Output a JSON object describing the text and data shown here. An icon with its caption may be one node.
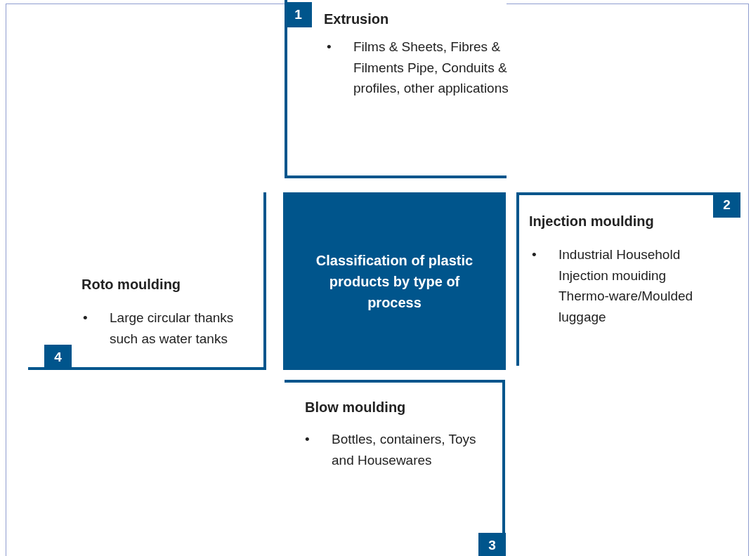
{
  "diagram": {
    "nodes": [
      {
        "text": [
          "Extrusion",
          "•",
          "Films & Sheets, Fibres & Filments Pipe, Conduits & profiles, other applications"
        ]
      },
      {
        "text": [
          "1"
        ],
        "in": 0
      },
      {
        "text": [
          "Classification of plastic products by type of process"
        ]
      },
      {
        "text": [
          "Injection moulding",
          "•",
          "Industrial Household Injection mouiding Thermo-ware/Moulded luggage"
        ]
      },
      {
        "text": [
          "2"
        ],
        "in": 3
      },
      {
        "text": [
          "Roto moulding",
          "•",
          "Large circular thanks such as water tanks"
        ]
      },
      {
        "text": [
          "4"
        ],
        "in": 5
      },
      {
        "text": [
          "Blow moulding",
          "•",
          "Bottles, containers, Toys and Housewares"
        ]
      },
      {
        "text": [
          "3"
        ],
        "in": 7
      }
    ]
  }
}
